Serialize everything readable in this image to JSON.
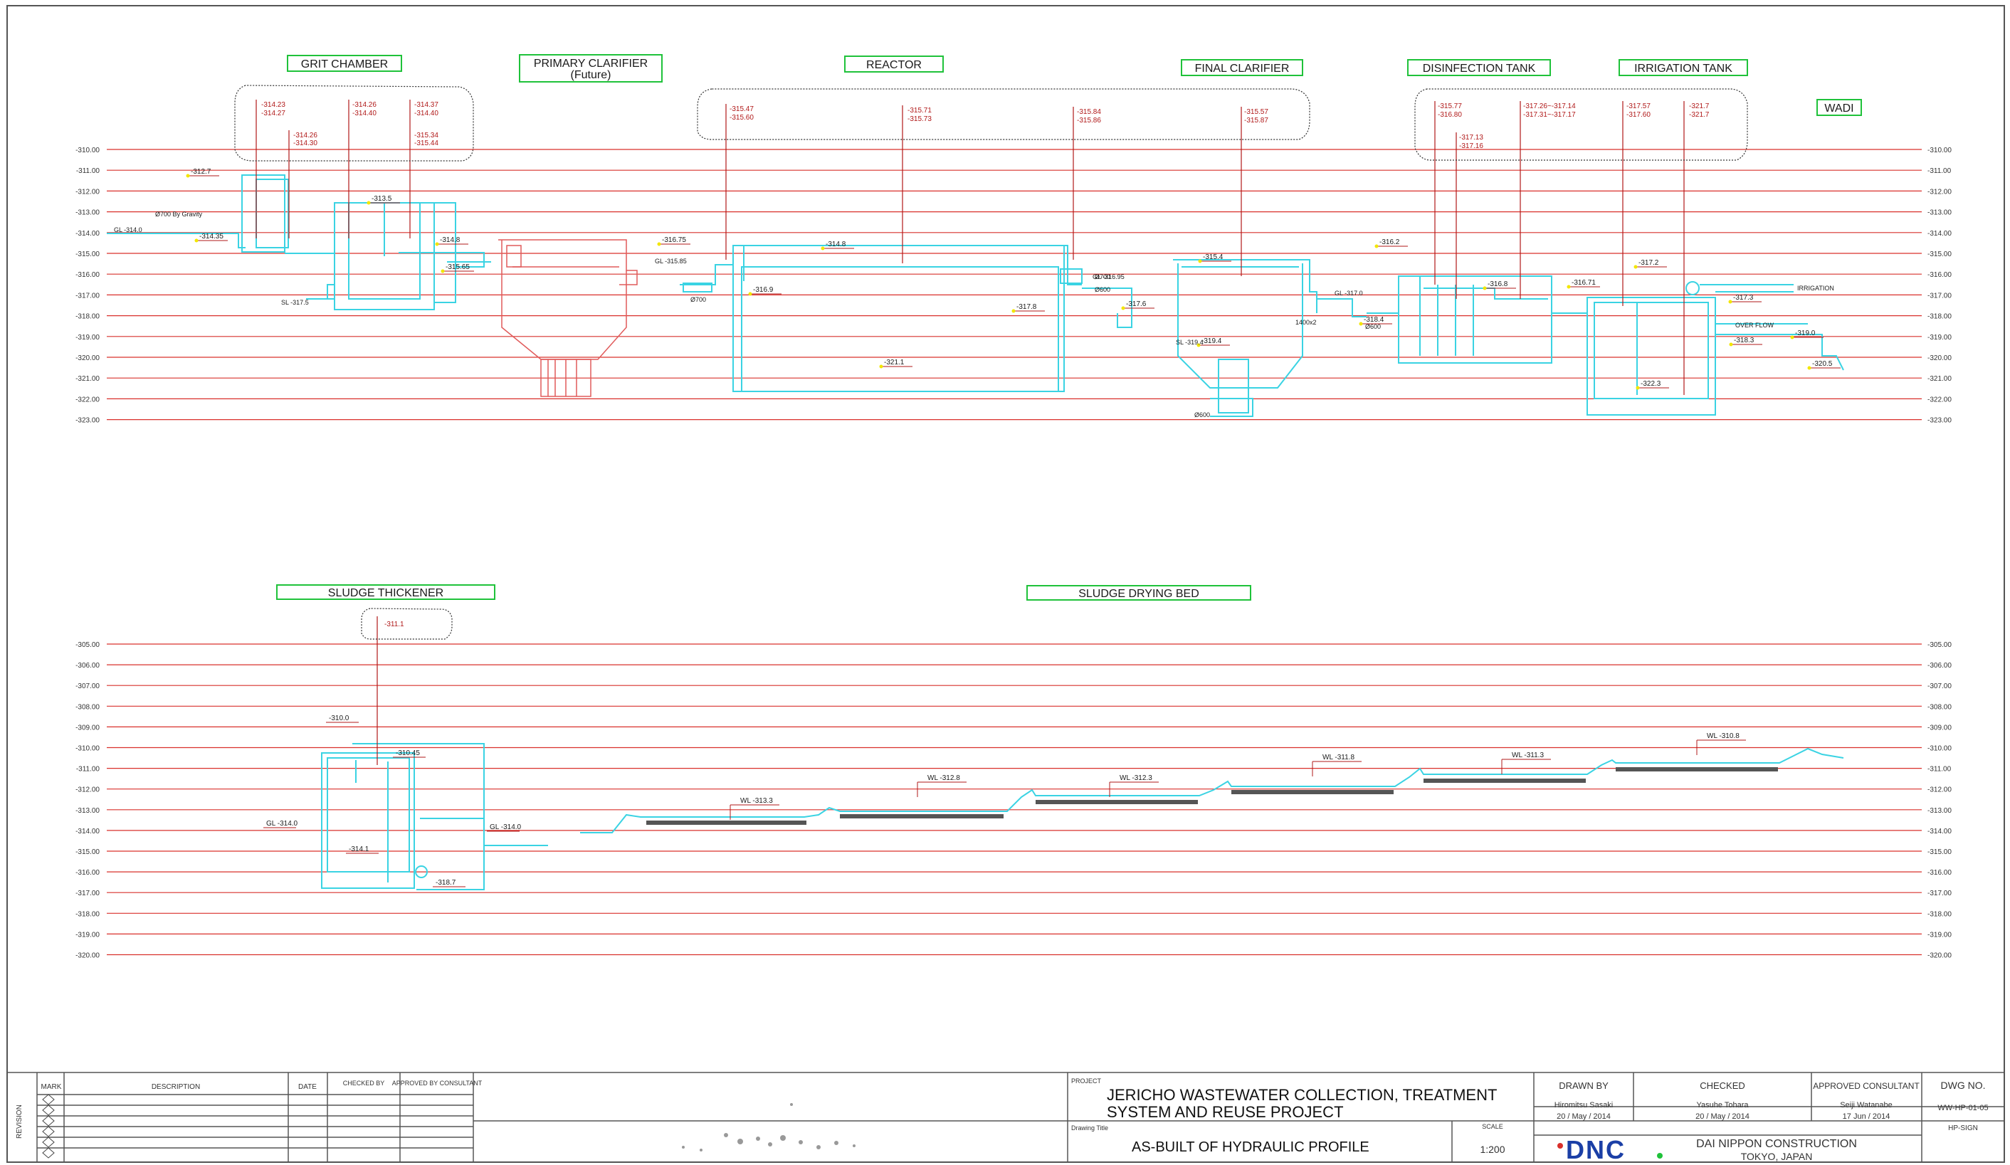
{
  "colors": {
    "grid": "#d9302b",
    "structure": "#3ad3e3",
    "future": "#e05a5a",
    "label_box": "#1fc23a",
    "ink": "#1a1a1a",
    "leader": "#b01818",
    "highlight": "#f2e600",
    "logo": "#1b3fa6"
  },
  "upper_profile": {
    "elevations": [
      "-310.00",
      "-311.00",
      "-312.00",
      "-313.00",
      "-314.00",
      "-315.00",
      "-316.00",
      "-317.00",
      "-318.00",
      "-319.00",
      "-320.00",
      "-321.00",
      "-322.00",
      "-323.00"
    ],
    "units": [
      {
        "title": "GRIT CHAMBER",
        "subtitle": ""
      },
      {
        "title": "PRIMARY CLARIFIER",
        "subtitle": "(Future)"
      },
      {
        "title": "REACTOR",
        "subtitle": ""
      },
      {
        "title": "FINAL CLARIFIER",
        "subtitle": ""
      },
      {
        "title": "DISINFECTION TANK",
        "subtitle": ""
      },
      {
        "title": "IRRIGATION TANK",
        "subtitle": ""
      },
      {
        "title": "WADI",
        "subtitle": ""
      }
    ],
    "level_tags": [
      "-314.23",
      "-314.27",
      "-314.26",
      "-314.40",
      "-314.37",
      "-314.40",
      "-314.26",
      "-314.30",
      "-315.34",
      "-315.44",
      "-315.47",
      "-315.60",
      "-315.71",
      "-315.73",
      "-315.84",
      "-315.86",
      "-315.57",
      "-315.87",
      "-315.77",
      "-316.80",
      "-317.13",
      "-317.16",
      "-317.26~-317.14",
      "-317.31~-317.17",
      "-317.57",
      "-317.60",
      "-321.7",
      "-321.7"
    ],
    "callouts": [
      "-312.7",
      "-314.35",
      "-313.5",
      "-314.8",
      "-315.65",
      "-316.75",
      "-314.8",
      "-316.9",
      "-321.1",
      "-317.8",
      "-317.6",
      "-315.4",
      "-319.4",
      "-316.2",
      "-316.8",
      "-316.71",
      "-317.2",
      "-322.3",
      "-318.4",
      "-317.3",
      "-319.0",
      "-318.3",
      "-320.5"
    ],
    "notes": [
      "Ø700 By Gravity",
      "GL -314.0",
      "SL -317.5",
      "Ø700",
      "GL -315.85",
      "Ø700",
      "GL -316.95",
      "Ø600",
      "SL -319.4",
      "1400x2",
      "GL -317.0",
      "Ø600",
      "Ø600",
      "IRRIGATION",
      "OVER FLOW"
    ]
  },
  "lower_profile": {
    "elevations": [
      "-305.00",
      "-306.00",
      "-307.00",
      "-308.00",
      "-309.00",
      "-310.00",
      "-311.00",
      "-312.00",
      "-313.00",
      "-314.00",
      "-315.00",
      "-316.00",
      "-317.00",
      "-318.00",
      "-319.00",
      "-320.00"
    ],
    "units": [
      {
        "title": "SLUDGE THICKENER"
      },
      {
        "title": "SLUDGE DRYING BED"
      }
    ],
    "level_tags": [
      "-311.1"
    ],
    "callouts": [
      "-310.0",
      "-310.45",
      "-314.1",
      "-318.7",
      "GL -314.0",
      "GL -314.0"
    ],
    "bed_levels": [
      "WL -313.3",
      "WL -312.8",
      "WL -312.3",
      "WL -311.8",
      "WL -311.3",
      "WL -310.8"
    ]
  },
  "title_block": {
    "revision_vertical": "REVISION",
    "rev_headers": [
      "MARK",
      "DESCRIPTION",
      "DATE",
      "CHECKED BY",
      "APPROVED BY CONSULTANT"
    ],
    "project_label": "PROJECT",
    "project_title_1": "JERICHO WASTEWATER COLLECTION, TREATMENT",
    "project_title_2": "SYSTEM AND REUSE PROJECT",
    "drawing_title_label": "Drawing Title",
    "drawing_title": "AS-BUILT OF HYDRAULIC PROFILE",
    "scale_label": "SCALE",
    "scale": "1:200",
    "drawn_by_label": "DRAWN BY",
    "drawn_by": "Hiromitsu Sasaki",
    "drawn_date": "20 / May / 2014",
    "checked_label": "CHECKED",
    "checked_by": "Yasuhe Tohara",
    "checked_date": "20 / May / 2014",
    "approved_label": "APPROVED CONSULTANT",
    "approved_by": "Seiji Watanabe",
    "approved_date": "17 Jun / 2014",
    "dwg_label": "DWG NO.",
    "dwg_no": "WW-HP-01-05",
    "sheet_ref": "HP-SIGN",
    "company": "DAI NIPPON CONSTRUCTION",
    "company_city": "TOKYO, JAPAN",
    "logo_text": "DNC"
  }
}
